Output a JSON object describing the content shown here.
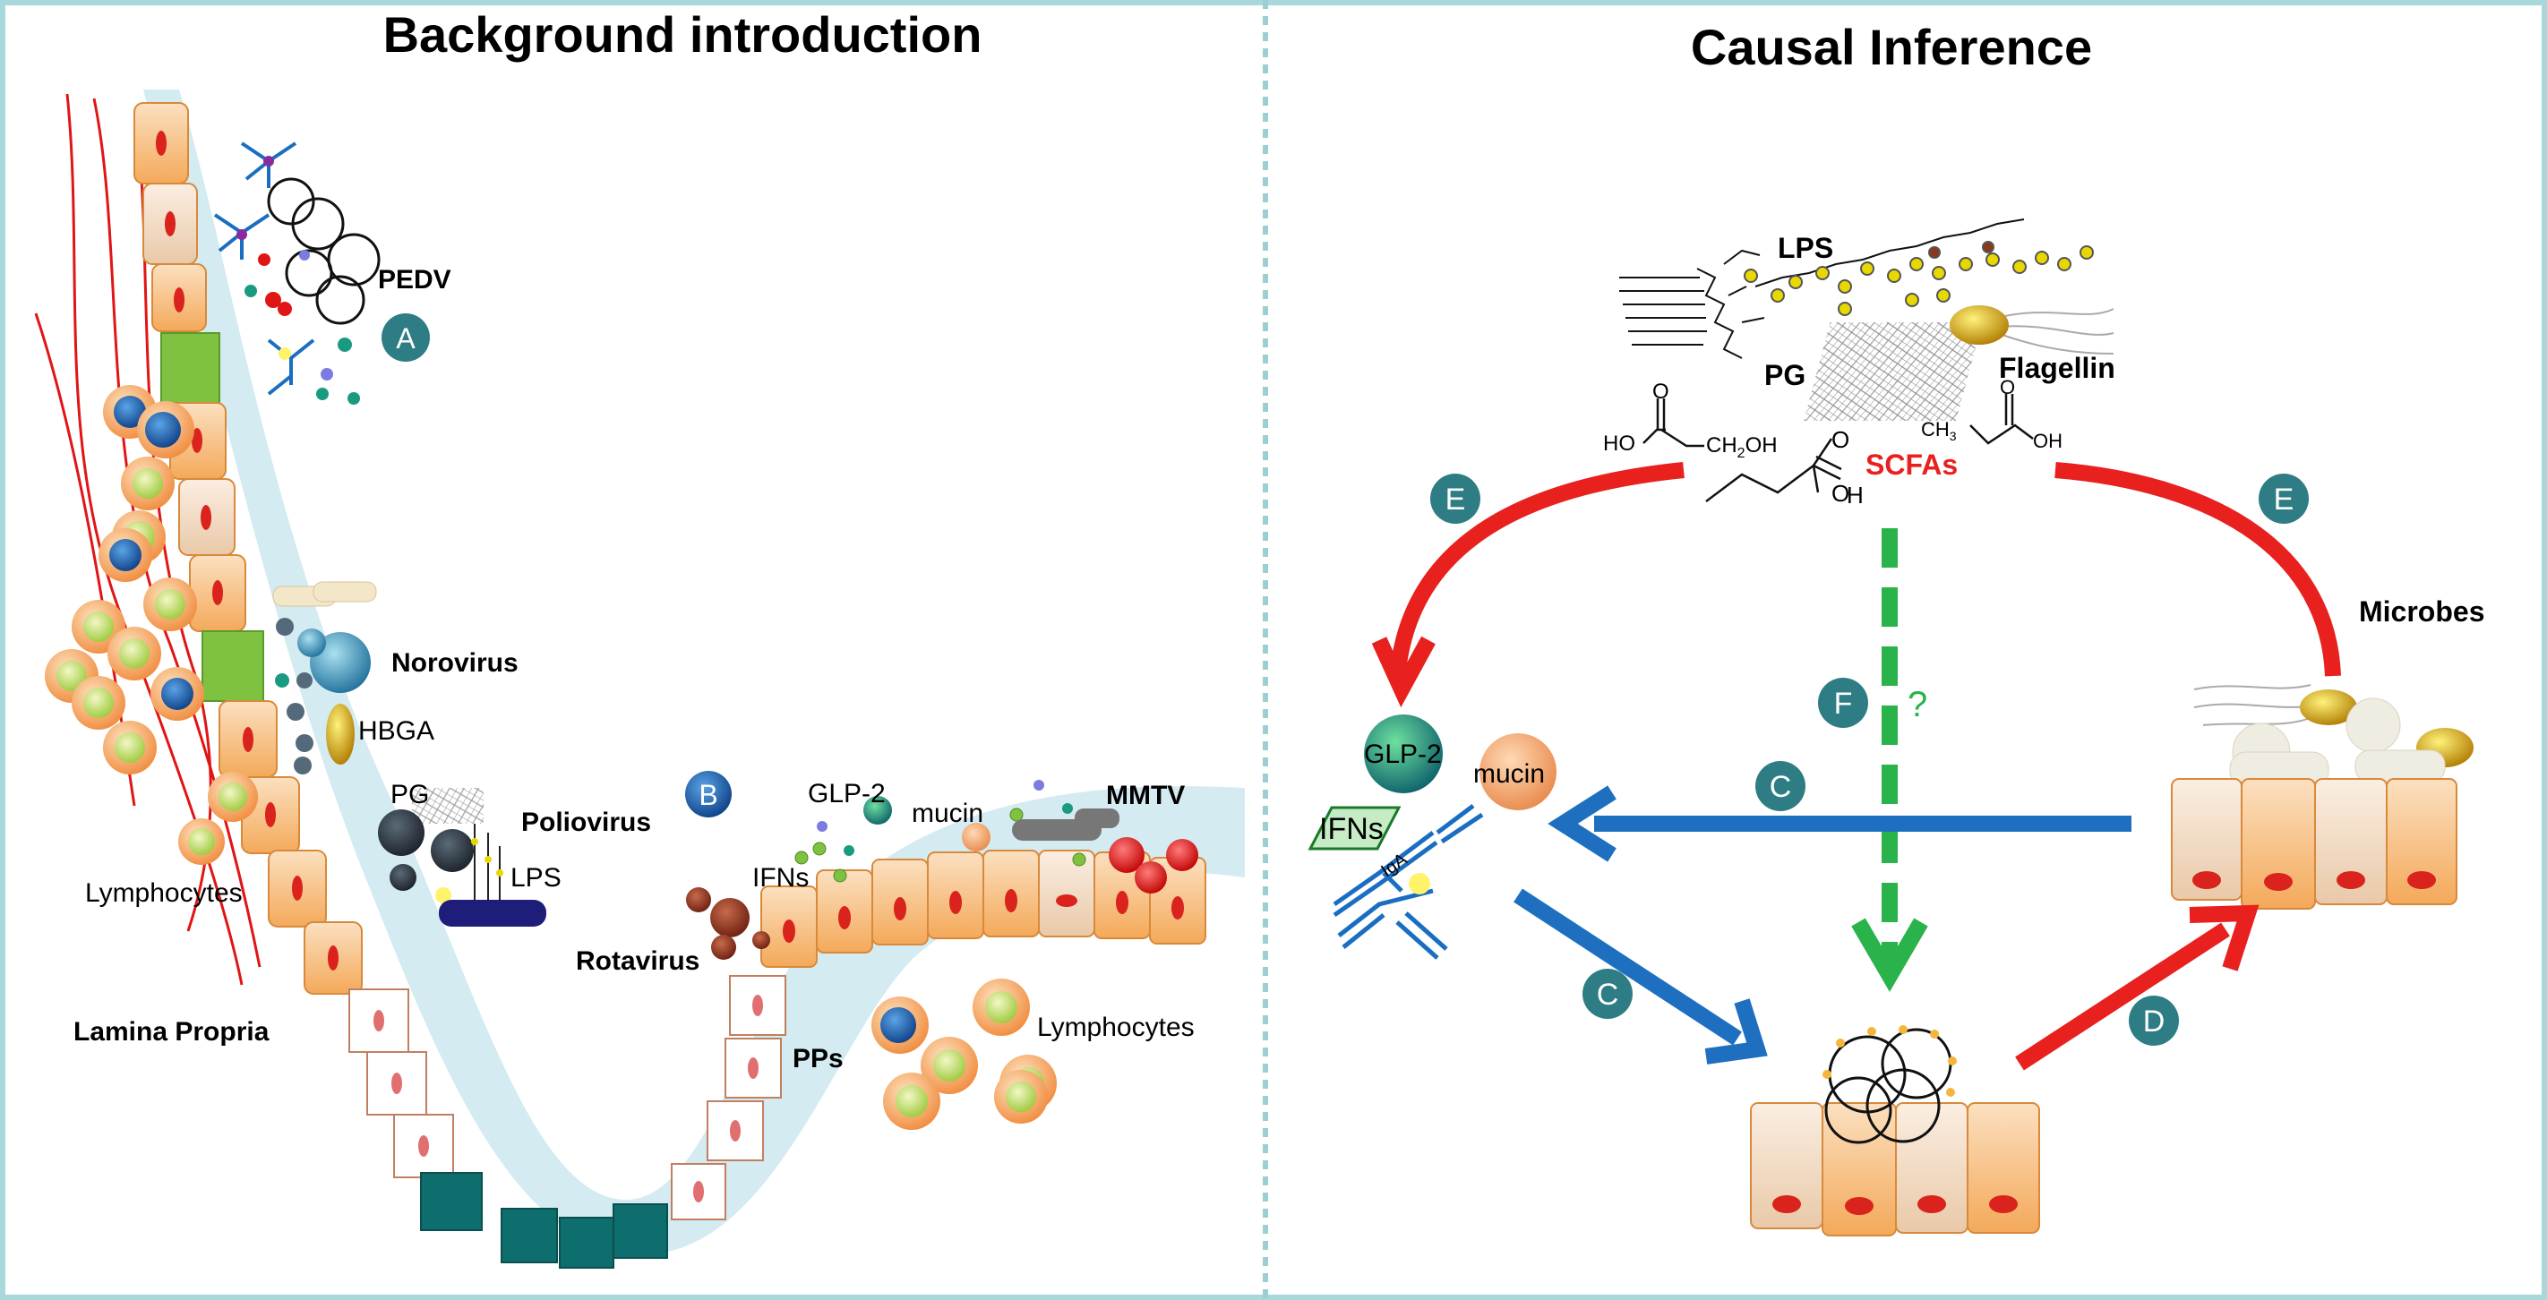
{
  "left_panel": {
    "title": "Background introduction",
    "labels": {
      "pedv": "PEDV",
      "norovirus": "Norovirus",
      "hbga": "HBGA",
      "pg": "PG",
      "poliovirus": "Poliovirus",
      "lps": "LPS",
      "lymphocytes_left": "Lymphocytes",
      "lamina_propria": "Lamina Propria",
      "rotavirus": "Rotavirus",
      "ifns": "IFNs",
      "glp2": "GLP-2",
      "mucin": "mucin",
      "mmtv": "MMTV",
      "pps": "PPs",
      "lymphocytes_right": "Lymphocytes",
      "marker_a": "A",
      "marker_b": "B"
    }
  },
  "right_panel": {
    "title": "Causal Inference",
    "labels": {
      "lps": "LPS",
      "pg": "PG",
      "flagellin": "Flagellin",
      "scfas": "SCFAs",
      "ho": "HO",
      "ch2oh": "CH",
      "ch2oh_sub": "2",
      "ch2oh_tail": "OH",
      "ch3": "CH",
      "ch3_sub": "3",
      "oh": "OH",
      "o": "O",
      "o_h": "O",
      "h": "H",
      "microbes": "Microbes",
      "glp2": "GLP-2",
      "mucin": "mucin",
      "ifns": "IFNs",
      "iga": "IgA",
      "question": "?",
      "marker_e_left": "E",
      "marker_e_right": "E",
      "marker_f": "F",
      "marker_c_top": "C",
      "marker_c_bottom": "C",
      "marker_d": "D"
    }
  },
  "colors": {
    "frame": "#a8d8da",
    "divider": "#9ccfd3",
    "marker": "#2e7d84",
    "red_arrow": "#e8201e",
    "blue_arrow": "#1f6fc1",
    "green_arrow": "#2ab34a",
    "scfa_text": "#e8201e",
    "cell_fill": "#f7c48a",
    "mucus": "#d4ebf2",
    "teal_cell": "#0e6e6e"
  }
}
